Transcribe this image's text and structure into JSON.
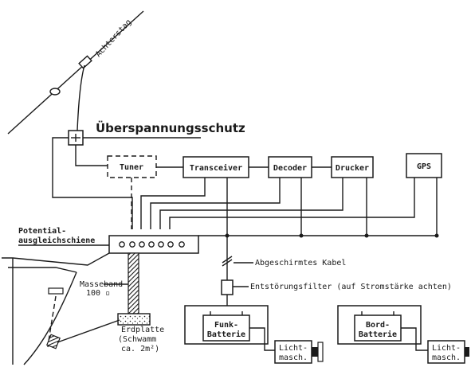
{
  "labels": {
    "achterstag": "Achterstag",
    "title": "Überspannungsschutz",
    "tuner": "Tuner",
    "transceiver": "Transceiver",
    "decoder": "Decoder",
    "drucker": "Drucker",
    "gps": "GPS",
    "potential_1": "Potential-",
    "potential_2": "ausgleichschiene",
    "masseband_1": "Masseband",
    "masseband_2": "100 ▫",
    "erdplatte_1": "Erdplatte",
    "erdplatte_2": "(Schwamm",
    "erdplatte_3": "ca. 2m²)",
    "kabel": "Abgeschirmtes Kabel",
    "filter": "Entstörungsfilter (auf Stromstärke achten)",
    "funk_1": "Funk-",
    "funk_2": "Batterie",
    "bord_1": "Bord-",
    "bord_2": "Batterie",
    "licht_a1": "Licht-",
    "licht_a2": "masch.",
    "licht_b1": "Licht-",
    "licht_b2": "masch."
  },
  "colors": {
    "ink": "#1a1a1a",
    "paper": "#ffffff"
  }
}
